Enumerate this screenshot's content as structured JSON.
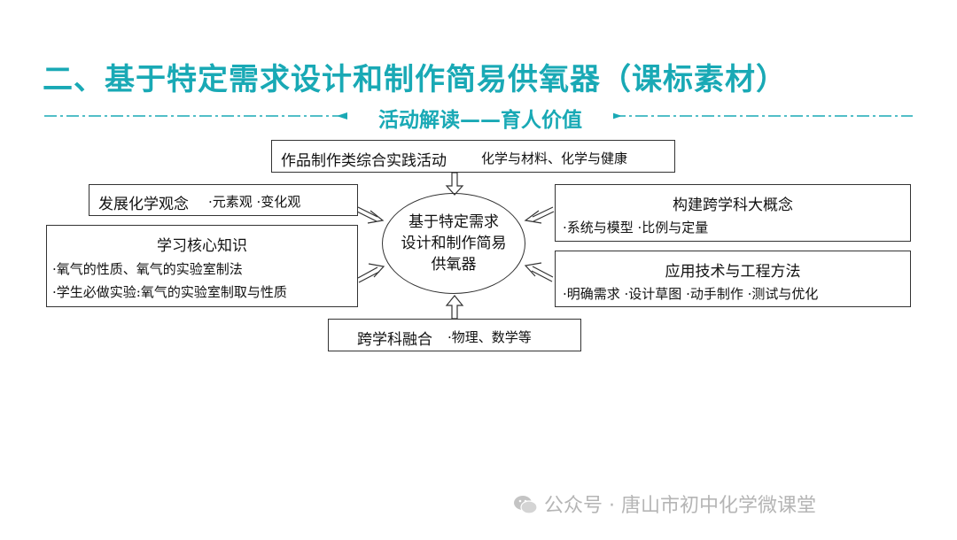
{
  "title": "二、基于特定需求设计和制作简易供氧器（课标素材）",
  "subtitle": "活动解读——育人价值",
  "center": {
    "line1": "基于特定需求",
    "line2": "设计和制作简易",
    "line3": "供氧器"
  },
  "top_box": {
    "title": "作品制作类综合实践活动",
    "items": "化学与材料、化学与健康"
  },
  "left_top_box": {
    "title": "发展化学观念",
    "items": "·元素观  ·变化观"
  },
  "left_mid_box": {
    "title": "学习核心知识",
    "item1": "·氧气的性质、氧气的实验室制法",
    "item2": "·学生必做实验:氧气的实验室制取与性质"
  },
  "right_top_box": {
    "title": "构建跨学科大概念",
    "items": "·系统与模型  ·比例与定量"
  },
  "right_mid_box": {
    "title": "应用技术与工程方法",
    "items": "·明确需求  ·设计草图  ·动手制作  ·测试与优化"
  },
  "bottom_box": {
    "title": "跨学科融合",
    "items": "·物理、数学等"
  },
  "watermark": "公众号 · 唐山市初中化学微课堂",
  "colors": {
    "accent": "#19a9b5",
    "border": "#333333",
    "watermark": "#b5b5b5"
  }
}
